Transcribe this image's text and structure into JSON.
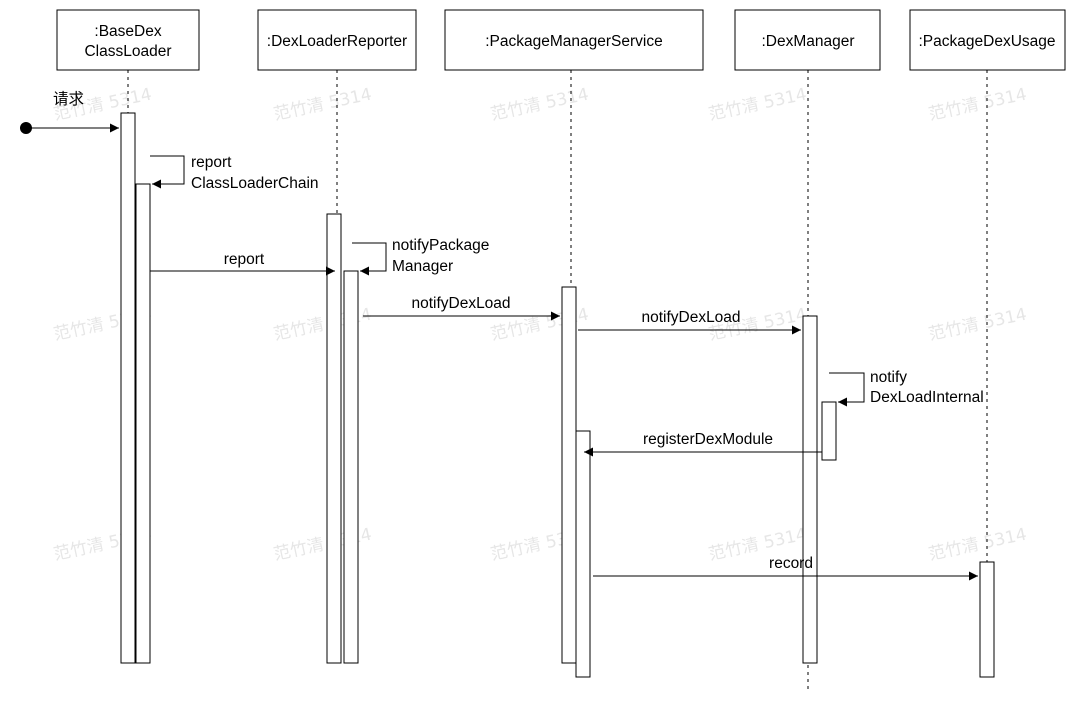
{
  "participants": [
    {
      "id": "basedex",
      "lines": [
        ":BaseDex",
        "ClassLoader"
      ]
    },
    {
      "id": "reporter",
      "lines": [
        ":DexLoaderReporter"
      ]
    },
    {
      "id": "pms",
      "lines": [
        ":PackageManagerService"
      ]
    },
    {
      "id": "dexmanager",
      "lines": [
        ":DexManager"
      ]
    },
    {
      "id": "usage",
      "lines": [
        ":PackageDexUsage"
      ]
    }
  ],
  "messages": [
    {
      "id": "request",
      "lines": [
        "请求"
      ]
    },
    {
      "id": "report-classloader-chain",
      "lines": [
        "report",
        "ClassLoaderChain"
      ]
    },
    {
      "id": "report",
      "lines": [
        "report"
      ]
    },
    {
      "id": "notify-package-manager",
      "lines": [
        "notifyPackage",
        "Manager"
      ]
    },
    {
      "id": "notify-dex-load-1",
      "lines": [
        "notifyDexLoad"
      ]
    },
    {
      "id": "notify-dex-load-2",
      "lines": [
        "notifyDexLoad"
      ]
    },
    {
      "id": "notify-dex-load-internal",
      "lines": [
        "notify",
        "DexLoadInternal"
      ]
    },
    {
      "id": "register-dex-module",
      "lines": [
        "registerDexModule"
      ]
    },
    {
      "id": "record",
      "lines": [
        "record"
      ]
    }
  ],
  "watermark": "范竹清 5314"
}
